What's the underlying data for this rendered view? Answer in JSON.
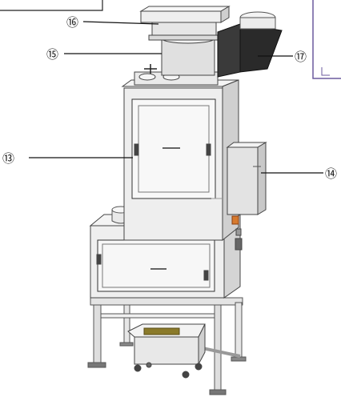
{
  "callouts": {
    "c13": "⑬",
    "c14": "⑭",
    "c15": "⑮",
    "c16": "⑯",
    "c17": "⑰"
  },
  "colors": {
    "frame_light": "#ececec",
    "frame_mid": "#d2d2d2",
    "frame_dark": "#8e8e8e",
    "duct": "#2a2a2a",
    "panel_purple": "#6b5a9e",
    "tray_fill": "#8a7a2a"
  }
}
